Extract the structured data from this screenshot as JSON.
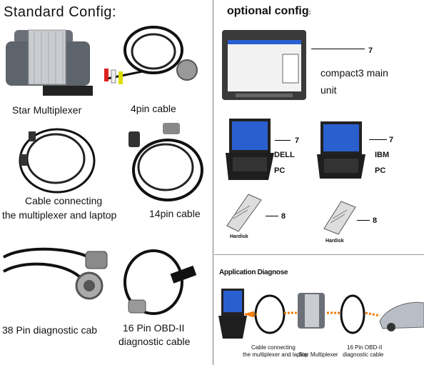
{
  "standard": {
    "title": "Standard Config:",
    "items": {
      "multiplexer": "Star Multiplexer",
      "cable4pin": "4pin cable",
      "cable_conn_1": "Cable connecting",
      "cable_conn_2": "the multiplexer and laptop",
      "cable14pin": "14pin cable",
      "cable38pin": "38 Pin diagnostic cab",
      "obd_1": "16 Pin OBD-II",
      "obd_2": "diagnostic cable"
    }
  },
  "optional": {
    "title": "optional config",
    "title_suffix": ":",
    "compact": {
      "num": "7",
      "line1": "compact3 main",
      "line2": "unit"
    },
    "dell": {
      "num": "7",
      "line1": "DELL",
      "line2": "PC"
    },
    "ibm": {
      "num": "7",
      "line1": "IBM",
      "line2": "PC"
    },
    "hdd1": {
      "num": "8",
      "caption": "Hardisk"
    },
    "hdd2": {
      "num": "8",
      "caption": "Hardisk"
    }
  },
  "diagnose": {
    "title": "Application Diagnose",
    "cap1_1": "Cable connecting",
    "cap1_2": "the multiplexer and laptop",
    "cap2": "Star Multiplexer",
    "cap3_1": "16 Pin OBD-II",
    "cap3_2": "diagnostic cable"
  },
  "colors": {
    "arrow": "#f07a00",
    "screen": "#2a5fd0"
  }
}
